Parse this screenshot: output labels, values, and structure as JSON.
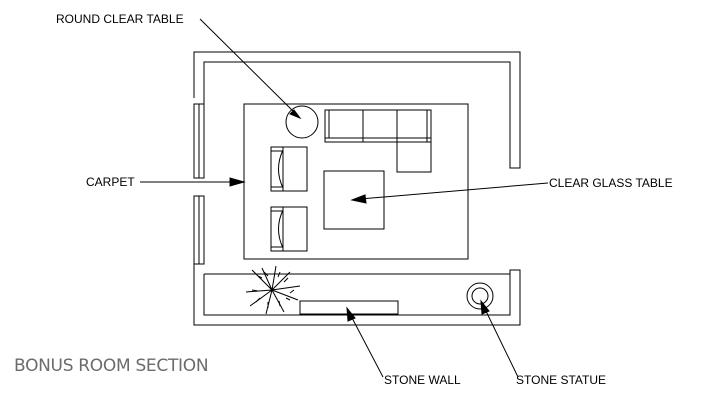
{
  "title": "BONUS ROOM SECTION",
  "labels": {
    "round_clear_table": "ROUND CLEAR TABLE",
    "carpet": "CARPET",
    "clear_glass_table": "CLEAR GLASS TABLE",
    "stone_wall": "STONE WALL",
    "stone_statue": "STONE STATUE"
  }
}
